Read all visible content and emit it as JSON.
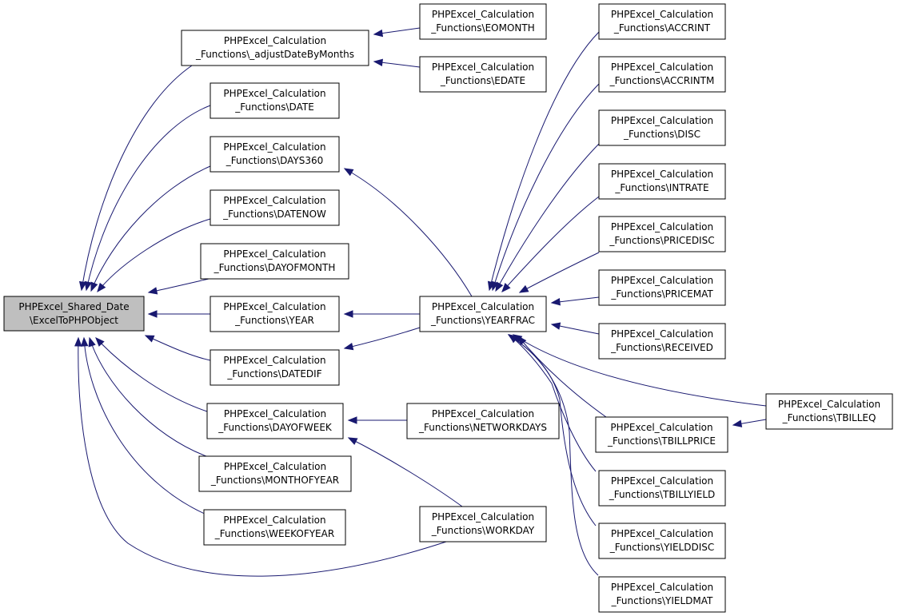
{
  "colors": {
    "edge": "#191970",
    "node_fill": "#ffffff",
    "highlight_fill": "#bfbfbf",
    "border": "#000000"
  },
  "nodes": [
    {
      "id": "root",
      "line1": "PHPExcel_Shared_Date",
      "line2": "\\ExcelToPHPObject",
      "highlight": true
    },
    {
      "id": "adjust",
      "line1": "PHPExcel_Calculation",
      "line2": "_Functions\\_adjustDateByMonths"
    },
    {
      "id": "date",
      "line1": "PHPExcel_Calculation",
      "line2": "_Functions\\DATE"
    },
    {
      "id": "days360",
      "line1": "PHPExcel_Calculation",
      "line2": "_Functions\\DAYS360"
    },
    {
      "id": "datenow",
      "line1": "PHPExcel_Calculation",
      "line2": "_Functions\\DATENOW"
    },
    {
      "id": "dayofmonth",
      "line1": "PHPExcel_Calculation",
      "line2": "_Functions\\DAYOFMONTH"
    },
    {
      "id": "year",
      "line1": "PHPExcel_Calculation",
      "line2": "_Functions\\YEAR"
    },
    {
      "id": "datedif",
      "line1": "PHPExcel_Calculation",
      "line2": "_Functions\\DATEDIF"
    },
    {
      "id": "dayofweek",
      "line1": "PHPExcel_Calculation",
      "line2": "_Functions\\DAYOFWEEK"
    },
    {
      "id": "monthofyear",
      "line1": "PHPExcel_Calculation",
      "line2": "_Functions\\MONTHOFYEAR"
    },
    {
      "id": "weekofyear",
      "line1": "PHPExcel_Calculation",
      "line2": "_Functions\\WEEKOFYEAR"
    },
    {
      "id": "eomonth",
      "line1": "PHPExcel_Calculation",
      "line2": "_Functions\\EOMONTH"
    },
    {
      "id": "edate",
      "line1": "PHPExcel_Calculation",
      "line2": "_Functions\\EDATE"
    },
    {
      "id": "yearfrac",
      "line1": "PHPExcel_Calculation",
      "line2": "_Functions\\YEARFRAC"
    },
    {
      "id": "networkdays",
      "line1": "PHPExcel_Calculation",
      "line2": "_Functions\\NETWORKDAYS"
    },
    {
      "id": "workday",
      "line1": "PHPExcel_Calculation",
      "line2": "_Functions\\WORKDAY"
    },
    {
      "id": "accrint",
      "line1": "PHPExcel_Calculation",
      "line2": "_Functions\\ACCRINT"
    },
    {
      "id": "accrintm",
      "line1": "PHPExcel_Calculation",
      "line2": "_Functions\\ACCRINTM"
    },
    {
      "id": "disc",
      "line1": "PHPExcel_Calculation",
      "line2": "_Functions\\DISC"
    },
    {
      "id": "intrate",
      "line1": "PHPExcel_Calculation",
      "line2": "_Functions\\INTRATE"
    },
    {
      "id": "pricedisc",
      "line1": "PHPExcel_Calculation",
      "line2": "_Functions\\PRICEDISC"
    },
    {
      "id": "pricemat",
      "line1": "PHPExcel_Calculation",
      "line2": "_Functions\\PRICEMAT"
    },
    {
      "id": "received",
      "line1": "PHPExcel_Calculation",
      "line2": "_Functions\\RECEIVED"
    },
    {
      "id": "tbillprice",
      "line1": "PHPExcel_Calculation",
      "line2": "_Functions\\TBILLPRICE"
    },
    {
      "id": "tbillyield",
      "line1": "PHPExcel_Calculation",
      "line2": "_Functions\\TBILLYIELD"
    },
    {
      "id": "yielddisc",
      "line1": "PHPExcel_Calculation",
      "line2": "_Functions\\YIELDDISC"
    },
    {
      "id": "yieldmat",
      "line1": "PHPExcel_Calculation",
      "line2": "_Functions\\YIELDMAT"
    },
    {
      "id": "tbilleq",
      "line1": "PHPExcel_Calculation",
      "line2": "_Functions\\TBILLEQ"
    }
  ],
  "edges": [
    {
      "from": "adjust",
      "to": "root"
    },
    {
      "from": "date",
      "to": "root"
    },
    {
      "from": "days360",
      "to": "root"
    },
    {
      "from": "datenow",
      "to": "root"
    },
    {
      "from": "dayofmonth",
      "to": "root"
    },
    {
      "from": "year",
      "to": "root"
    },
    {
      "from": "datedif",
      "to": "root"
    },
    {
      "from": "dayofweek",
      "to": "root"
    },
    {
      "from": "monthofyear",
      "to": "root"
    },
    {
      "from": "weekofyear",
      "to": "root"
    },
    {
      "from": "workday",
      "to": "root"
    },
    {
      "from": "eomonth",
      "to": "adjust"
    },
    {
      "from": "edate",
      "to": "adjust"
    },
    {
      "from": "yearfrac",
      "to": "days360"
    },
    {
      "from": "yearfrac",
      "to": "year"
    },
    {
      "from": "yearfrac",
      "to": "datedif"
    },
    {
      "from": "networkdays",
      "to": "dayofweek"
    },
    {
      "from": "workday",
      "to": "dayofweek"
    },
    {
      "from": "accrint",
      "to": "yearfrac"
    },
    {
      "from": "accrintm",
      "to": "yearfrac"
    },
    {
      "from": "disc",
      "to": "yearfrac"
    },
    {
      "from": "intrate",
      "to": "yearfrac"
    },
    {
      "from": "pricedisc",
      "to": "yearfrac"
    },
    {
      "from": "pricemat",
      "to": "yearfrac"
    },
    {
      "from": "received",
      "to": "yearfrac"
    },
    {
      "from": "tbilleq",
      "to": "yearfrac"
    },
    {
      "from": "tbillprice",
      "to": "yearfrac"
    },
    {
      "from": "tbillyield",
      "to": "yearfrac"
    },
    {
      "from": "yielddisc",
      "to": "yearfrac"
    },
    {
      "from": "yieldmat",
      "to": "yearfrac"
    },
    {
      "from": "tbilleq",
      "to": "tbillprice"
    }
  ]
}
